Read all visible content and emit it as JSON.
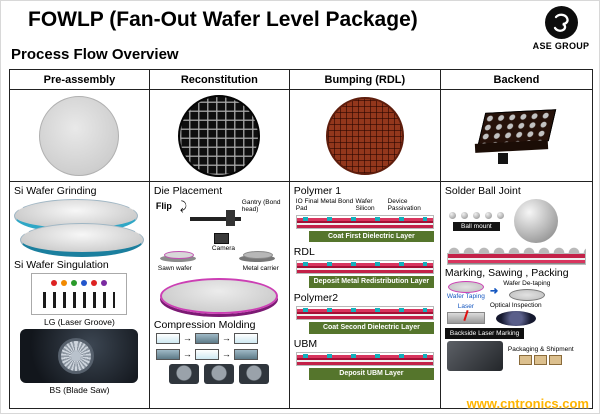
{
  "header": {
    "title": "FOWLP (Fan-Out Wafer Level Package)",
    "subtitle": "Process Flow Overview",
    "logo_text": "ASE GROUP"
  },
  "watermark": "www.cntronics.com",
  "icons": {
    "arrow_right": "→",
    "arrow_right_bold": "➜",
    "flip_arrow": "⤸"
  },
  "colors": {
    "green_step_bar": "#55752c",
    "layer_red": "#c32148",
    "layer_teal": "#14b0bc",
    "wafer_rim_magenta": "#cc3fb4",
    "watermark_yellow": "#ffb400"
  },
  "pre": {
    "header": "Pre-assembly",
    "grinding": "Si Wafer Grinding",
    "singulation": "Si Wafer Singulation",
    "laser_groove": "LG (Laser Groove)",
    "blade_saw": "BS (Blade Saw)"
  },
  "recon": {
    "header": "Reconstitution",
    "die_placement": "Die Placement",
    "flip": "Flip",
    "gantry": "Gantry (Bond head)",
    "camera": "Camera",
    "sawn_wafer": "Sawn wafer",
    "metal_carrier": "Metal carrier",
    "molding": "Compression Molding"
  },
  "rdl": {
    "header": "Bumping (RDL)",
    "polymer1": "Polymer 1",
    "pad_label": "IO Final Metal Bond Pad",
    "wafer_label": "Wafer Silicon",
    "device_label": "Device Passivation",
    "bar1": "Coat First Dielectric Layer",
    "rdl": "RDL",
    "bar2": "Deposit Metal Redistribution Layer",
    "polymer2": "Polymer2",
    "bar3": "Coat Second Dielectric Layer",
    "ubm": "UBM",
    "bar4": "Deposit UBM Layer"
  },
  "backend": {
    "header": "Backend",
    "solder_ball": "Solder Ball Joint",
    "ball_mount": "Ball mount",
    "marking": "Marking, Sawing , Packing",
    "wafer_taping": "Wafer Taping",
    "wafer_detaping": "Wafer De-taping",
    "laser": "Laser",
    "optical": "Optical Inspection",
    "backside": "Backside Laser Marking",
    "packaging": "Packaging & Shipment"
  }
}
